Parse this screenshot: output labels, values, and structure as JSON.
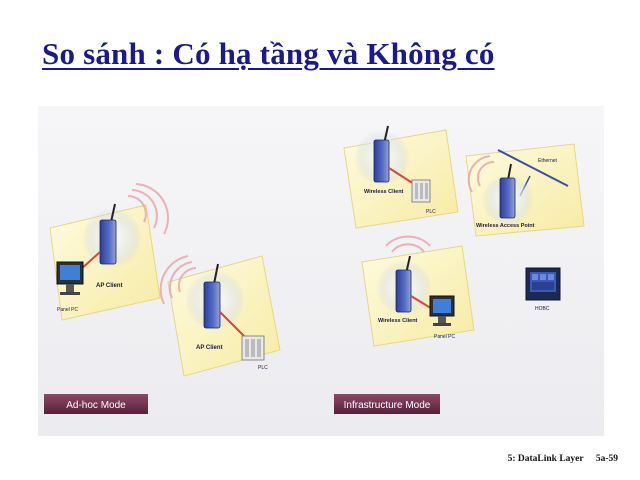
{
  "slide": {
    "title": "So sánh : Có hạ tầng và Không có"
  },
  "adhoc": {
    "mode_label": "Ad-hoc Mode",
    "client1_label": "AP Client",
    "client1_device": "Panel PC",
    "client2_label": "AP Client",
    "client2_device": "PLC"
  },
  "infrastructure": {
    "mode_label": "Infrastructure Mode",
    "client_top_label": "Wireless Client",
    "client_top_device": "PLC",
    "ap_label": "Wireless Access Point",
    "ap_network": "Ethernet",
    "client_bottom_label": "Wireless Client",
    "client_bottom_device": "Panel PC",
    "hmi_label": "HOBC"
  },
  "footer": {
    "chapter": "5: DataLink Layer",
    "page": "5a-59"
  },
  "colors": {
    "title": "#1a1a8c",
    "panel": "#fbf3b8",
    "mode_tab": "#6e2e4a",
    "signal": "#e3a0a6",
    "link": "#d8463c"
  }
}
